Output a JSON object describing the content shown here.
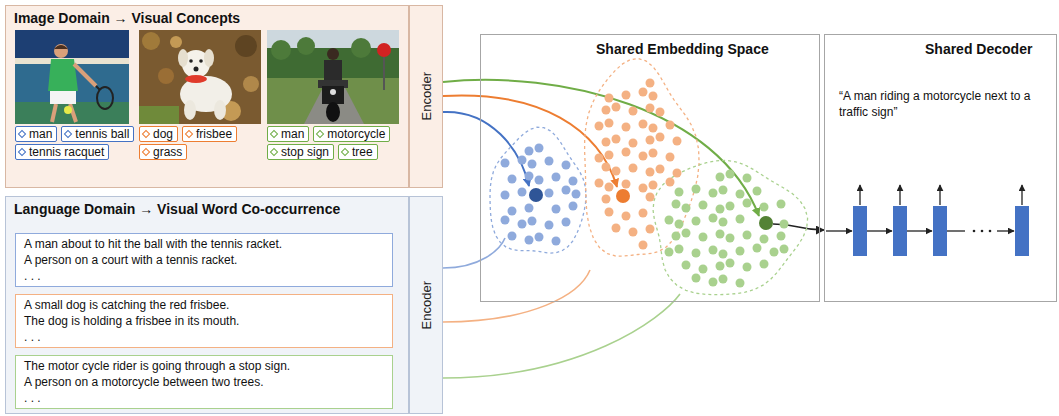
{
  "diagram": {
    "nodes": [
      {
        "text": [
          "Image Domain → Visual Concepts"
        ]
      },
      {
        "text": [
          "man"
        ],
        "in": 0
      },
      {
        "text": [
          "tennis ball"
        ],
        "in": 0
      },
      {
        "text": [
          "tennis racquet"
        ],
        "in": 0
      },
      {
        "text": [
          "dog"
        ],
        "in": 0
      },
      {
        "text": [
          "frisbee"
        ],
        "in": 0
      },
      {
        "text": [
          "grass"
        ],
        "in": 0
      },
      {
        "text": [
          "man"
        ],
        "in": 0
      },
      {
        "text": [
          "motorcycle"
        ],
        "in": 0
      },
      {
        "text": [
          "stop sign"
        ],
        "in": 0
      },
      {
        "text": [
          "tree"
        ],
        "in": 0
      },
      {
        "text": [
          "Encoder"
        ]
      },
      {
        "text": [
          "Language Domain → Visual Word Co-occurrence"
        ]
      },
      {
        "text": [
          "A man about to hit the ball with the tennis racket.",
          "A person on a court with a tennis racket.",
          ". . ."
        ],
        "in": 12
      },
      {
        "text": [
          "A small dog is catching the red frisbee.",
          "The dog is holding a frisbee in its mouth.",
          ". . ."
        ],
        "in": 12
      },
      {
        "text": [
          "The motor cycle rider is going through a stop sign.",
          "A person on a motorcycle between two trees.",
          ". . ."
        ],
        "in": 12
      },
      {
        "text": [
          "Encoder"
        ]
      },
      {
        "text": [
          "Shared Embedding Space"
        ]
      },
      {
        "text": [
          "Shared Decoder",
          "“A man riding a motorcycle next to a traffic sign”"
        ]
      }
    ],
    "edges": [
      {
        "from": 11,
        "to": 17,
        "arrow": "to"
      },
      {
        "from": 11,
        "to": 17,
        "arrow": "to"
      },
      {
        "from": 11,
        "to": 17,
        "arrow": "to"
      },
      {
        "from": 16,
        "to": 17,
        "arrow": "none"
      },
      {
        "from": 16,
        "to": 17,
        "arrow": "none"
      },
      {
        "from": 16,
        "to": 17,
        "arrow": "none"
      },
      {
        "from": 17,
        "to": 18,
        "arrow": "to"
      }
    ]
  }
}
